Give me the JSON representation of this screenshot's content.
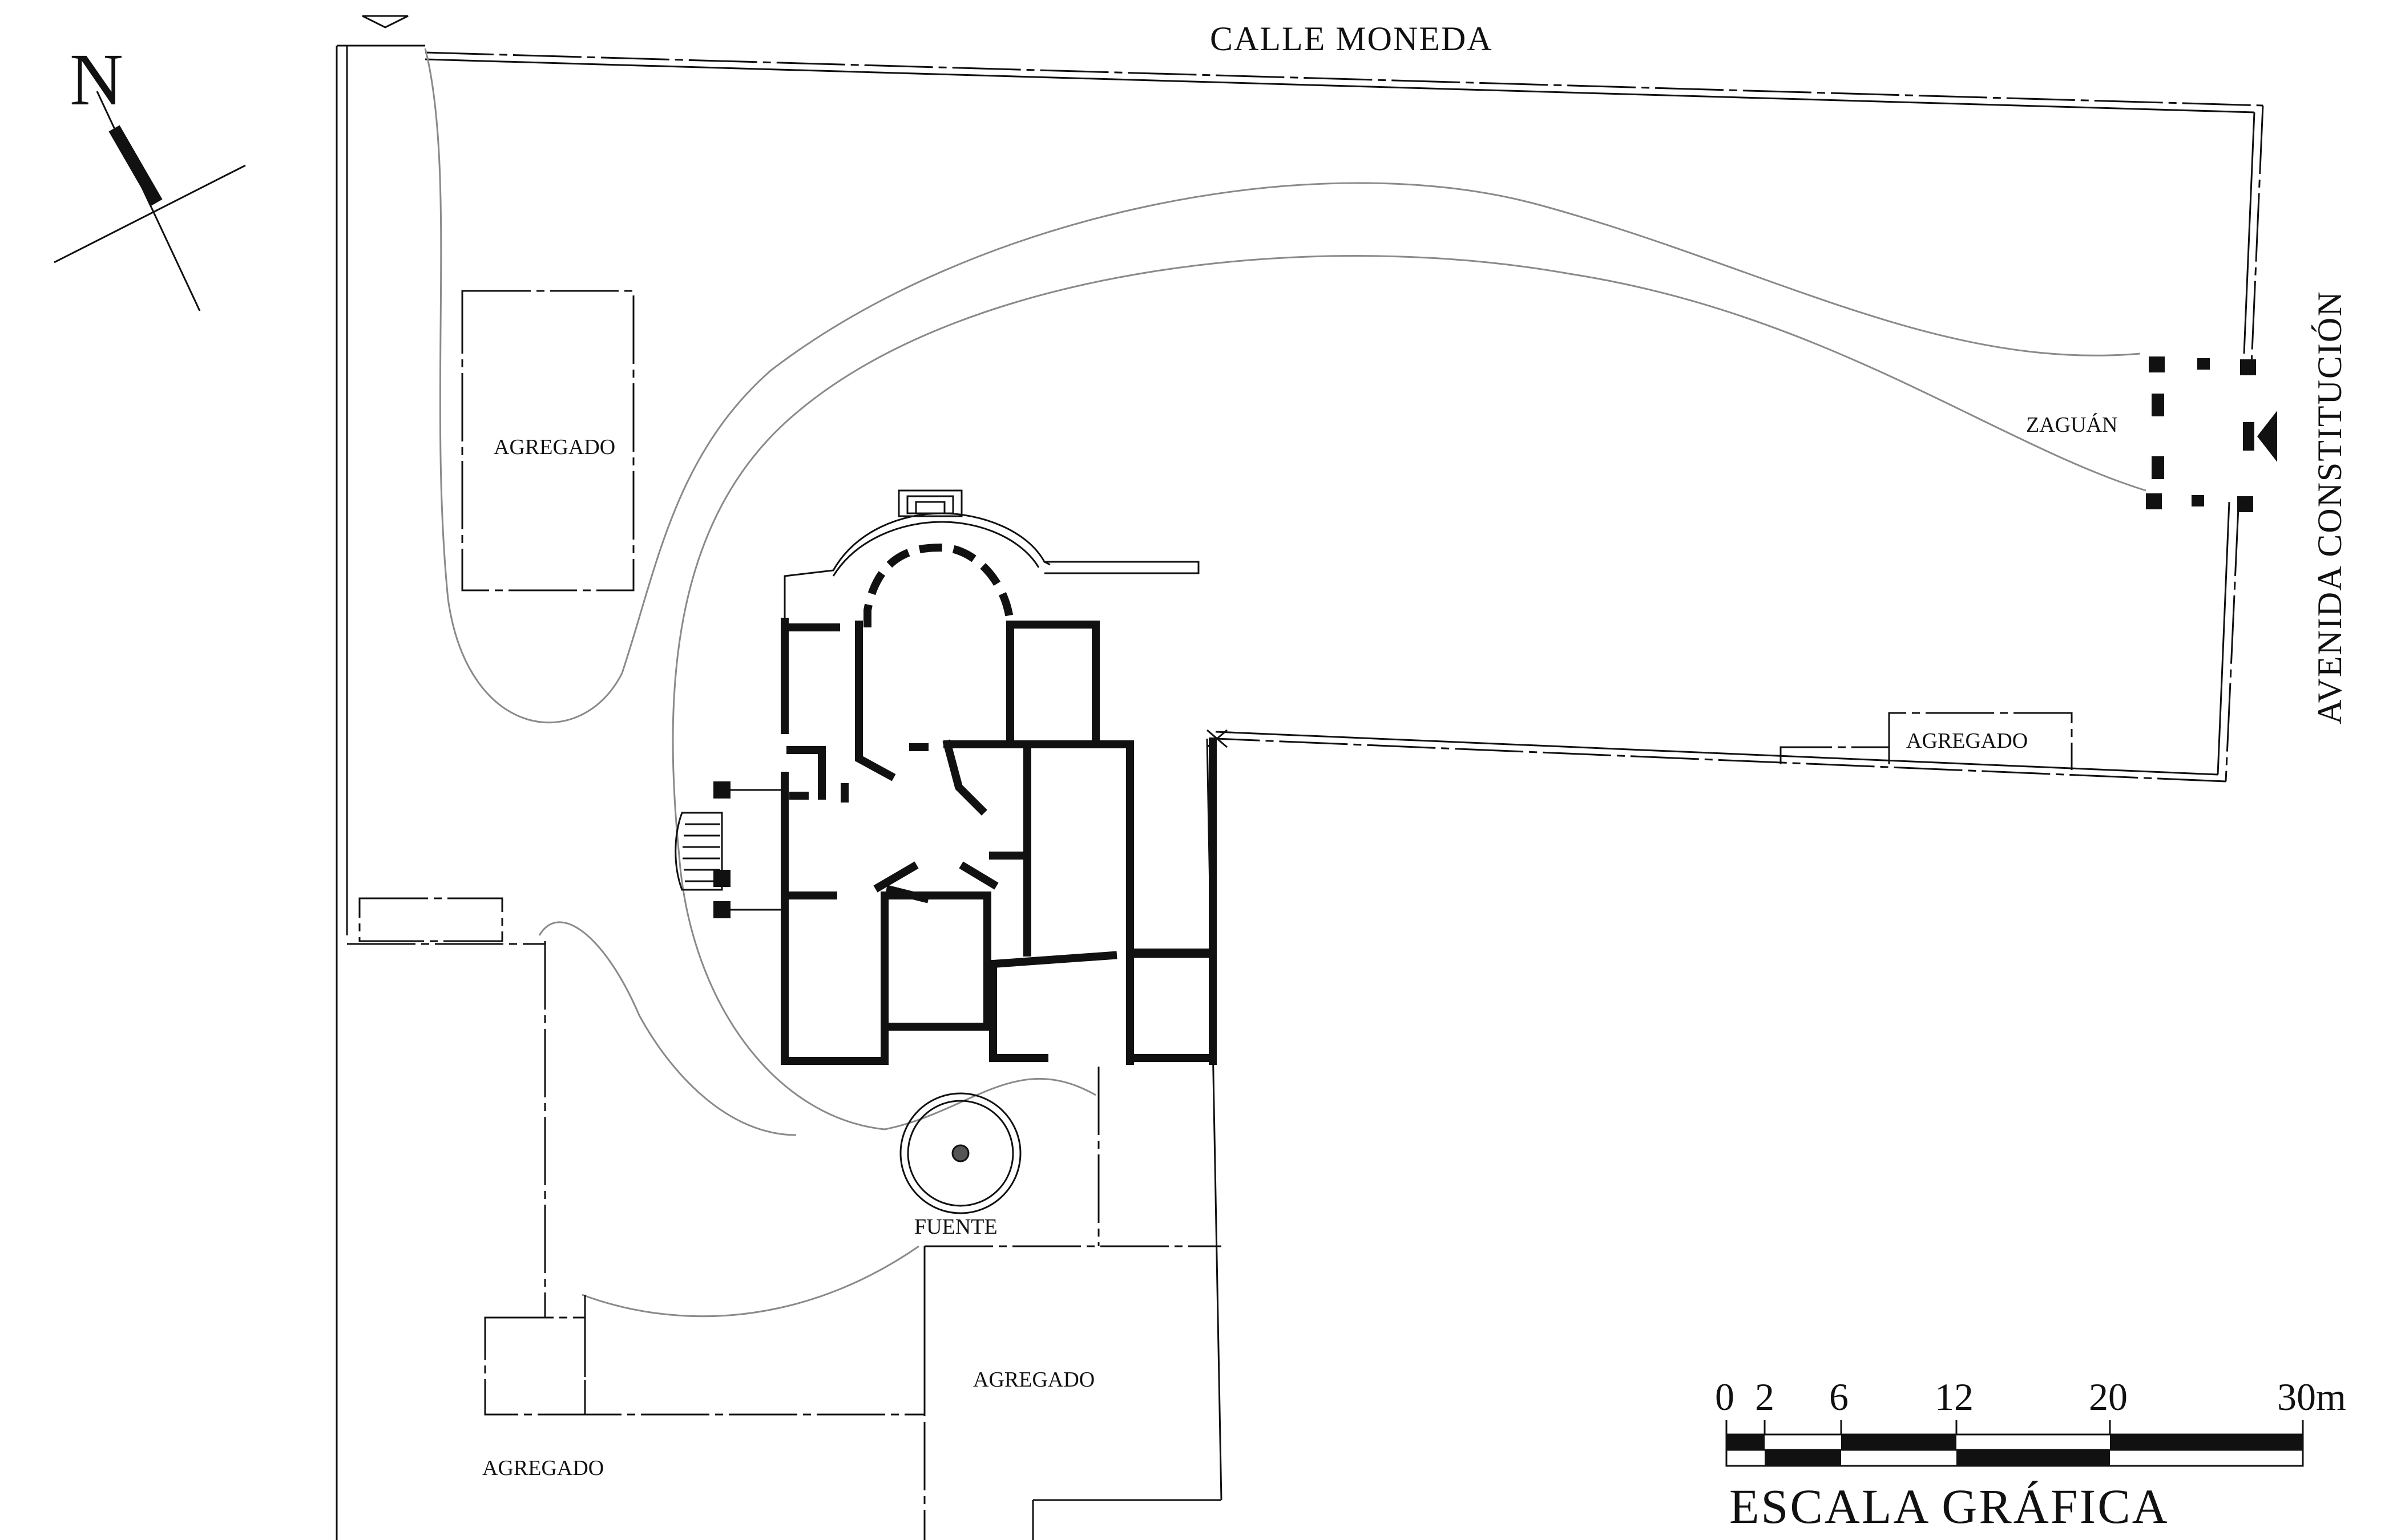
{
  "streets": {
    "north": "CALLE MONEDA",
    "east": "AVENIDA  CONSTITUCIÓN"
  },
  "north_arrow": {
    "label": "N"
  },
  "rooms": {
    "zaguan": "ZAGUÁN",
    "fuente": "FUENTE",
    "agregado_nw": "AGREGADO",
    "agregado_east": "AGREGADO",
    "agregado_south_center": "AGREGADO",
    "agregado_south_west": "AGREGADO"
  },
  "scale_bar": {
    "title": "ESCALA GRÁFICA",
    "ticks": [
      "0",
      "2",
      "6",
      "12",
      "20",
      "30m"
    ]
  },
  "colors": {
    "ink": "#111111",
    "paper": "#ffffff",
    "path": "#8a8a8a"
  }
}
